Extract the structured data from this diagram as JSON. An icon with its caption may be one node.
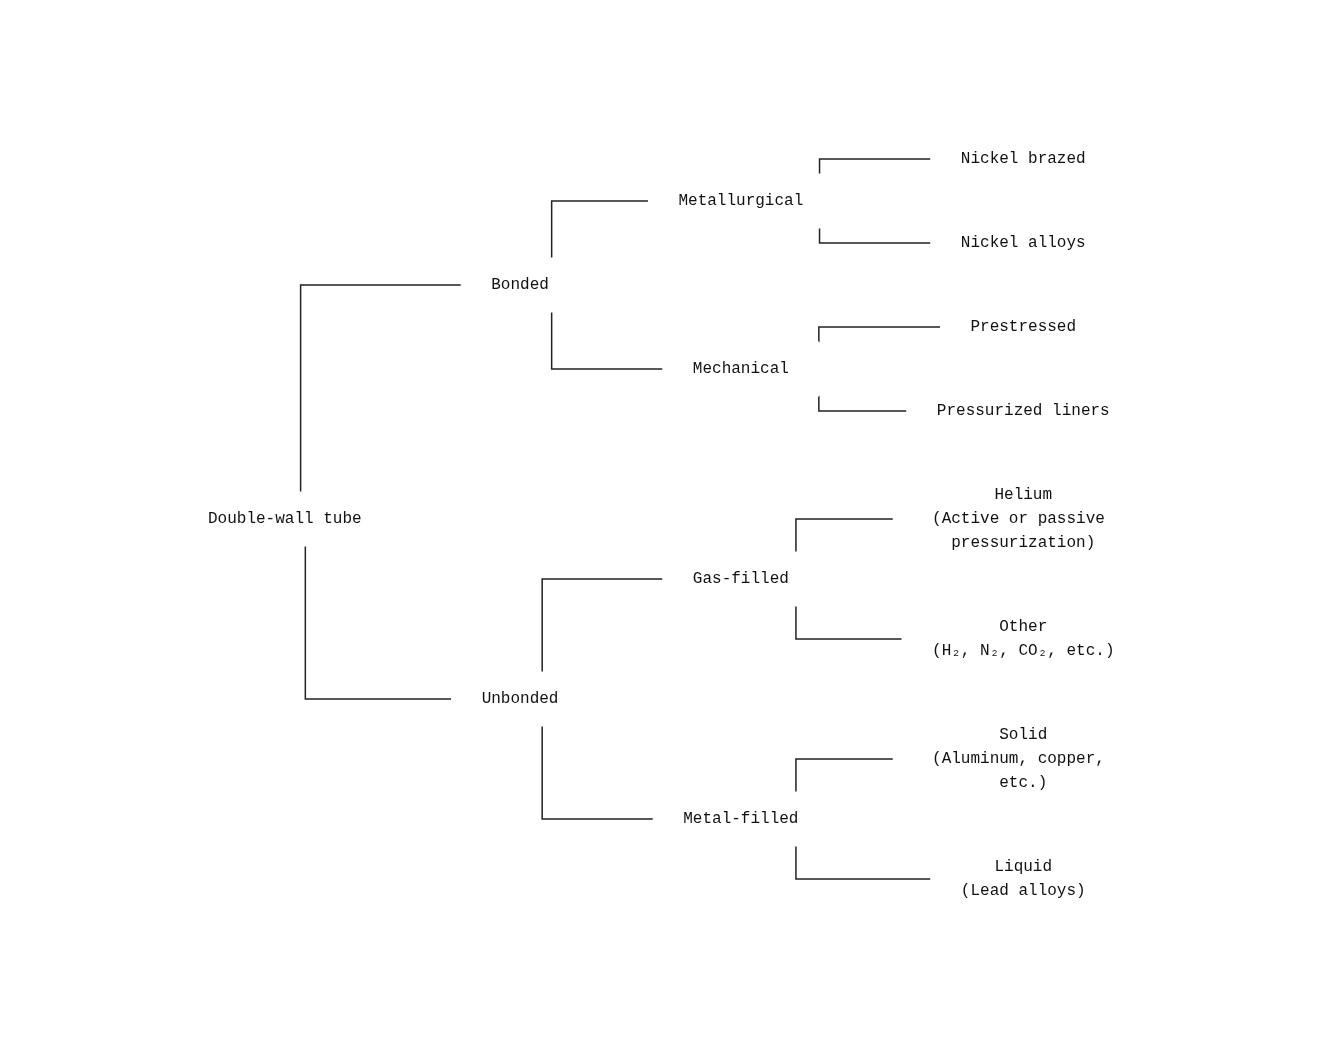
{
  "diagram": {
    "nodes": [
      {
        "text": [
          "Double-wall tube"
        ]
      },
      {
        "text": [
          "Bonded"
        ]
      },
      {
        "text": [
          "Metallurgical"
        ]
      },
      {
        "text": [
          "Nickel brazed"
        ]
      },
      {
        "text": [
          "Nickel alloys"
        ]
      },
      {
        "text": [
          "Mechanical"
        ]
      },
      {
        "text": [
          "Prestressed"
        ]
      },
      {
        "text": [
          "Pressurized liners"
        ]
      },
      {
        "text": [
          "Unbonded"
        ]
      },
      {
        "text": [
          "Gas-filled"
        ]
      },
      {
        "text": [
          "Helium",
          "(Active or passive pressurization)"
        ]
      },
      {
        "text": [
          "Other",
          "(H₂, N₂, CO₂, etc.)"
        ]
      },
      {
        "text": [
          "Metal-filled"
        ]
      },
      {
        "text": [
          "Solid",
          "(Aluminum, copper, etc.)"
        ]
      },
      {
        "text": [
          "Liquid",
          "(Lead alloys)"
        ]
      }
    ],
    "edges": [
      {
        "from": 0,
        "to": 1,
        "arrow": "none"
      },
      {
        "from": 1,
        "to": 2,
        "arrow": "none"
      },
      {
        "from": 2,
        "to": 3,
        "arrow": "none"
      },
      {
        "from": 2,
        "to": 4,
        "arrow": "none"
      },
      {
        "from": 1,
        "to": 5,
        "arrow": "none"
      },
      {
        "from": 5,
        "to": 6,
        "arrow": "none"
      },
      {
        "from": 5,
        "to": 7,
        "arrow": "none"
      },
      {
        "from": 0,
        "to": 8,
        "arrow": "none"
      },
      {
        "from": 8,
        "to": 9,
        "arrow": "none"
      },
      {
        "from": 9,
        "to": 10,
        "arrow": "none"
      },
      {
        "from": 9,
        "to": 11,
        "arrow": "none"
      },
      {
        "from": 8,
        "to": 12,
        "arrow": "none"
      },
      {
        "from": 12,
        "to": 13,
        "arrow": "none"
      },
      {
        "from": 12,
        "to": 14,
        "arrow": "none"
      }
    ]
  }
}
